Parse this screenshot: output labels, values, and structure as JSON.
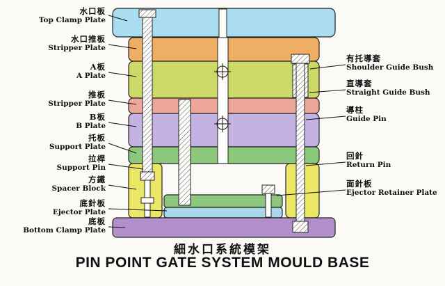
{
  "title": {
    "chinese": "細水口系統模架",
    "english": "PIN POINT GATE SYSTEM MOULD BASE"
  },
  "left_labels": [
    {
      "zh": "水口板",
      "en": "Top Clamp Plate"
    },
    {
      "zh": "水口推板",
      "en": "Stripper Plate"
    },
    {
      "zh": "A板",
      "en": "A Plate"
    },
    {
      "zh": "推板",
      "en": "Stripper Plate"
    },
    {
      "zh": "B板",
      "en": "B Plate"
    },
    {
      "zh": "托板",
      "en": "Support Plate"
    },
    {
      "zh": "拉桿",
      "en": "Support Pin"
    },
    {
      "zh": "方鐵",
      "en": "Spacer Block"
    },
    {
      "zh": "底針板",
      "en": "Ejector Plate"
    },
    {
      "zh": "底板",
      "en": "Bottom Clamp Plate"
    }
  ],
  "right_labels": [
    {
      "zh": "有托導套",
      "en": "Shoulder Guide Bush"
    },
    {
      "zh": "直導套",
      "en": "Straight Guide Bush"
    },
    {
      "zh": "導柱",
      "en": "Guide Pin"
    },
    {
      "zh": "回針",
      "en": "Return Pin"
    },
    {
      "zh": "面針板",
      "en": "Ejector Retainer Plate"
    }
  ],
  "colors": {
    "top_clamp_plate": "#a9ddef",
    "stripper_plate_top": "#eeae63",
    "a_plate": "#ccd967",
    "stripper_plate": "#eda69a",
    "b_plate": "#c4b3e2",
    "support_plate": "#8cc77c",
    "spacer_block": "#eae766",
    "ejector_retainer_plate": "#8cc77c",
    "ejector_plate": "#a9d6e8",
    "bottom_clamp_plate": "#b18fcb"
  }
}
